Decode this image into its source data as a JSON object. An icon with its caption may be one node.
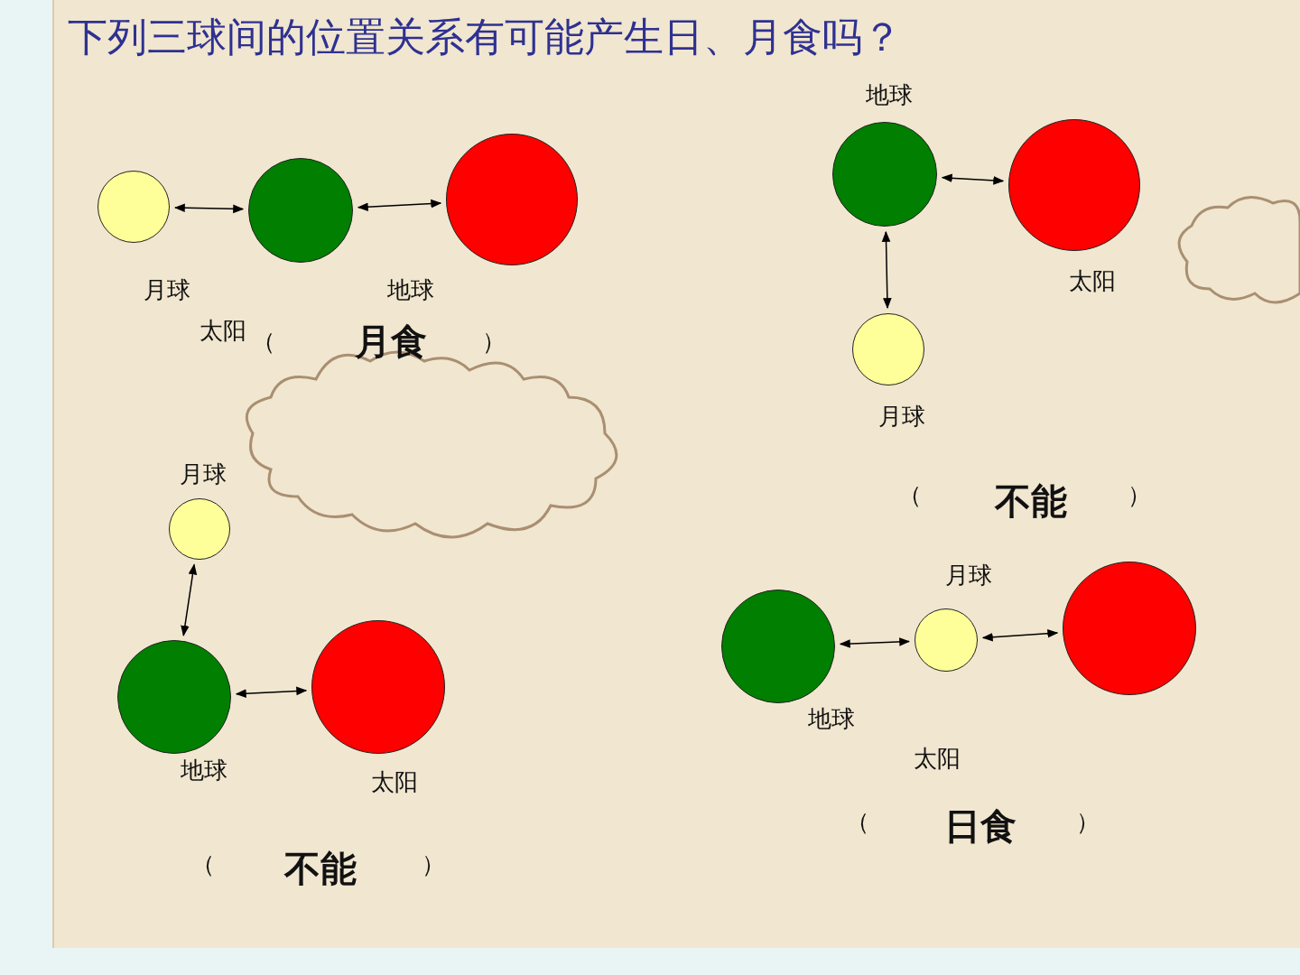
{
  "diagram": {
    "title": "下列三球间的位置关系有可能产生日、月食吗？",
    "nodes": [
      {
        "text": [],
        "shape": "circle"
      },
      {
        "text": [],
        "shape": "circle"
      },
      {
        "text": [],
        "shape": "circle"
      },
      {
        "text": [],
        "shape": "circle"
      },
      {
        "text": [],
        "shape": "circle"
      },
      {
        "text": [],
        "shape": "circle"
      },
      {
        "text": [],
        "shape": "circle"
      },
      {
        "text": [],
        "shape": "circle"
      },
      {
        "text": [],
        "shape": "circle"
      },
      {
        "text": [],
        "shape": "circle"
      },
      {
        "text": [],
        "shape": "circle"
      },
      {
        "text": [],
        "shape": "circle"
      }
    ],
    "edges": [
      {
        "from": 0,
        "to": 1,
        "arrow": "both"
      },
      {
        "from": 1,
        "to": 2,
        "arrow": "both"
      },
      {
        "from": 3,
        "to": 4,
        "arrow": "both"
      },
      {
        "from": 3,
        "to": 5,
        "arrow": "both"
      },
      {
        "from": 6,
        "to": 7,
        "arrow": "both"
      },
      {
        "from": 7,
        "to": 8,
        "arrow": "both"
      },
      {
        "from": 9,
        "to": 10,
        "arrow": "both"
      },
      {
        "from": 10,
        "to": 11,
        "arrow": "both"
      }
    ],
    "labels": [
      "地球",
      "月球",
      "地球",
      "太阳",
      "太阳",
      "（",
      "月食",
      "）",
      "月球",
      "月球",
      "（",
      "不能",
      "）",
      "月球",
      "地球",
      "地球",
      "太阳",
      "太阳",
      "（",
      "日食",
      "）",
      "（",
      "不能",
      "）"
    ]
  }
}
